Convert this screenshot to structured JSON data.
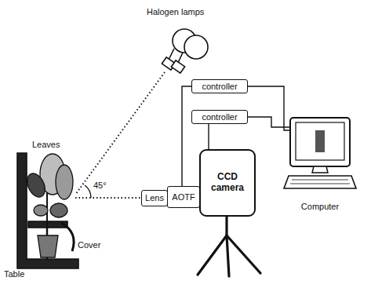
{
  "diagram": {
    "nodes": [
      {
        "text": [
          "controller"
        ]
      },
      {
        "text": [
          "controller"
        ]
      },
      {
        "text": [
          "Lens"
        ]
      },
      {
        "text": [
          "AOTF"
        ]
      },
      {
        "text": [
          "CCD camera"
        ]
      },
      {
        "text": [
          "Computer"
        ]
      }
    ],
    "edges": [
      {
        "from": 0,
        "to": 3,
        "arrow": "none"
      },
      {
        "from": 1,
        "to": 4,
        "arrow": "none"
      },
      {
        "from": 0,
        "to": 5,
        "arrow": "none"
      },
      {
        "from": 1,
        "to": 5,
        "arrow": "none"
      }
    ],
    "labels": [
      "Halogen lamps",
      "Leaves",
      "45°",
      "Cover",
      "Table"
    ]
  }
}
